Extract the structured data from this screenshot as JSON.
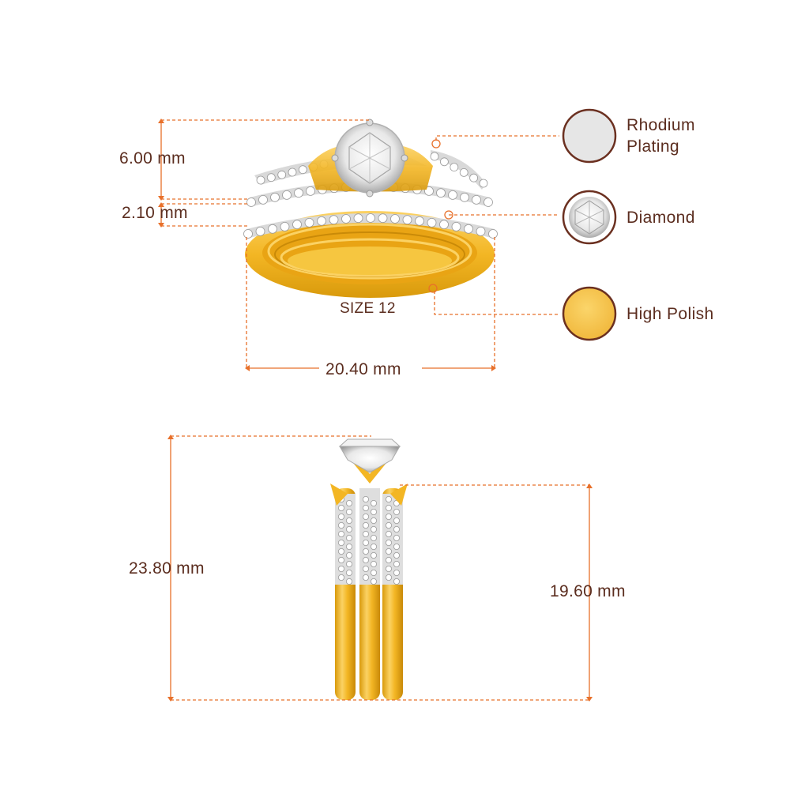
{
  "dimensions": {
    "stone_height": "6.00 mm",
    "band_width": "2.10 mm",
    "ring_width": "20.40 mm",
    "total_height": "23.80 mm",
    "band_height": "19.60 mm"
  },
  "ring_size": "SIZE 12",
  "legend": [
    {
      "label_line1": "Rhodium",
      "label_line2": "Plating",
      "icon": "rhodium-swatch-icon",
      "color": "#e6e6e6"
    },
    {
      "label_line1": "Diamond",
      "label_line2": "",
      "icon": "diamond-swatch-icon",
      "color": "#ffffff"
    },
    {
      "label_line1": "High Polish",
      "label_line2": "",
      "icon": "gold-swatch-icon",
      "color": "#f6c34c"
    }
  ],
  "colors": {
    "dimension_line": "#e8702a",
    "text": "#5b2d1f",
    "swatch_border": "#6b3020",
    "gold": "#f3b624",
    "gold_dark": "#c98a08"
  }
}
